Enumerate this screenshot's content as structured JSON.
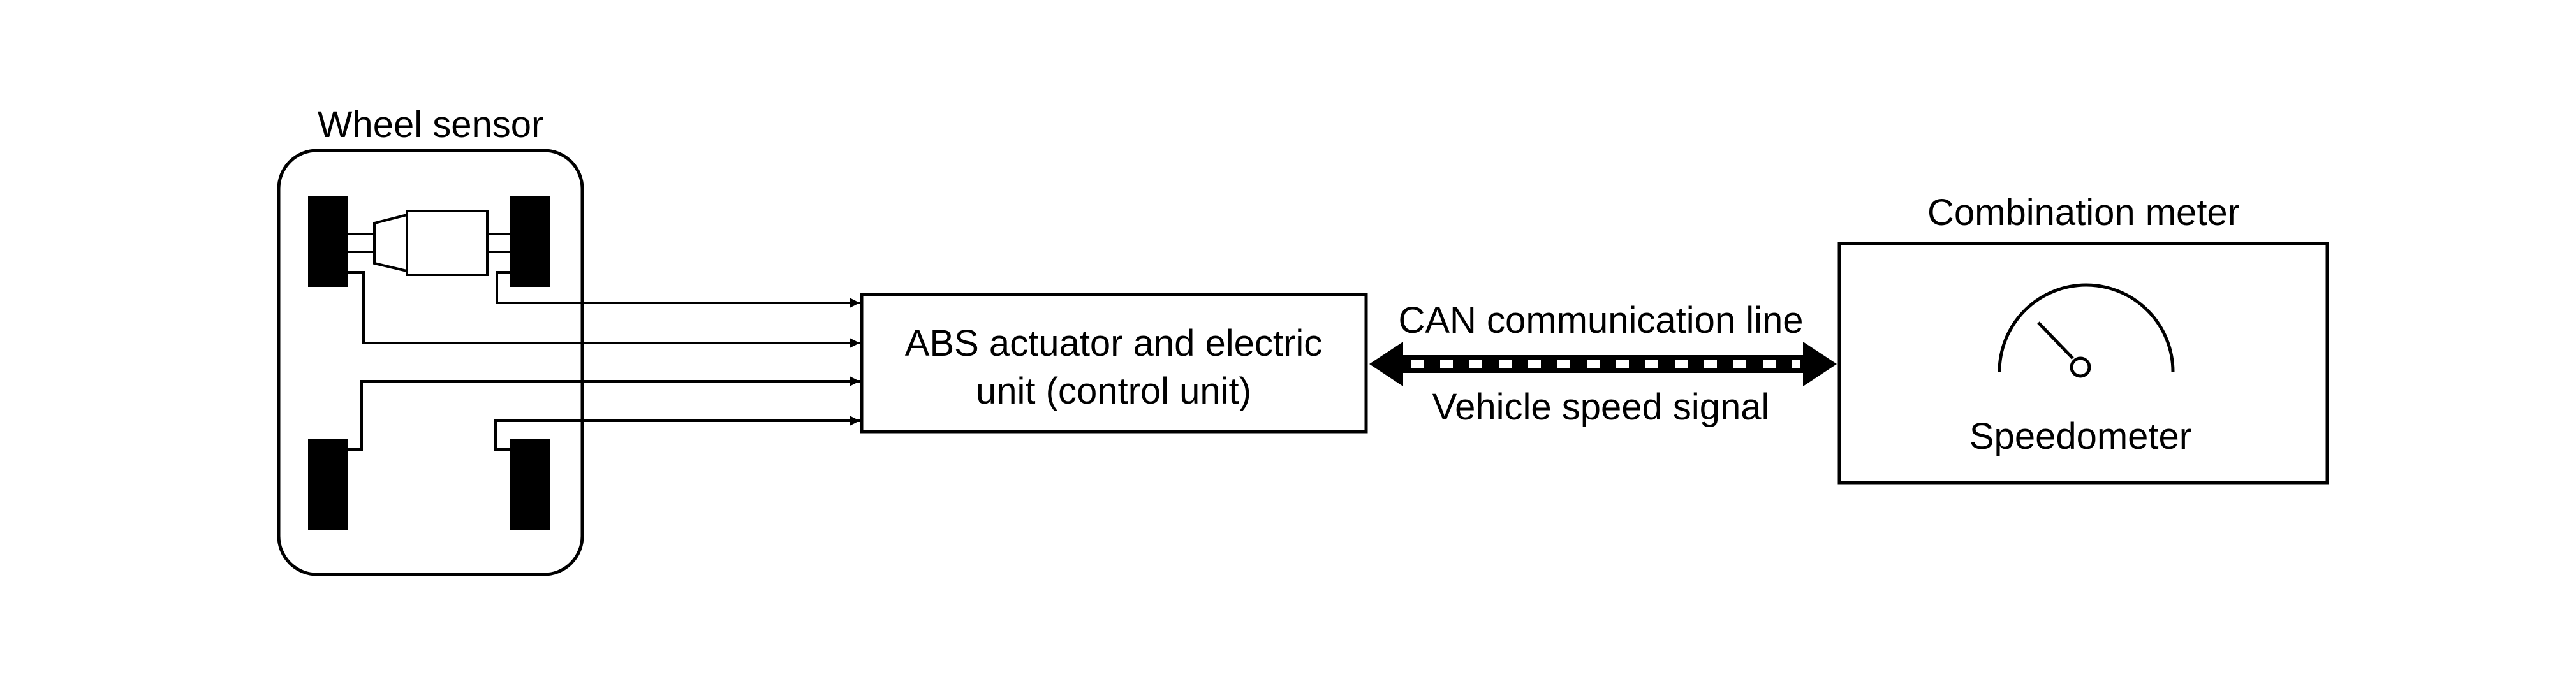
{
  "wheel_sensor": {
    "title": "Wheel sensor"
  },
  "abs_unit": {
    "line1": "ABS actuator and electric",
    "line2": "unit (control unit)"
  },
  "can_link": {
    "top_label": "CAN communication line",
    "bottom_label": "Vehicle speed signal"
  },
  "combination_meter": {
    "title": "Combination meter",
    "gauge_label": "Speedometer"
  },
  "colors": {
    "line": "#000000",
    "background": "#ffffff"
  }
}
